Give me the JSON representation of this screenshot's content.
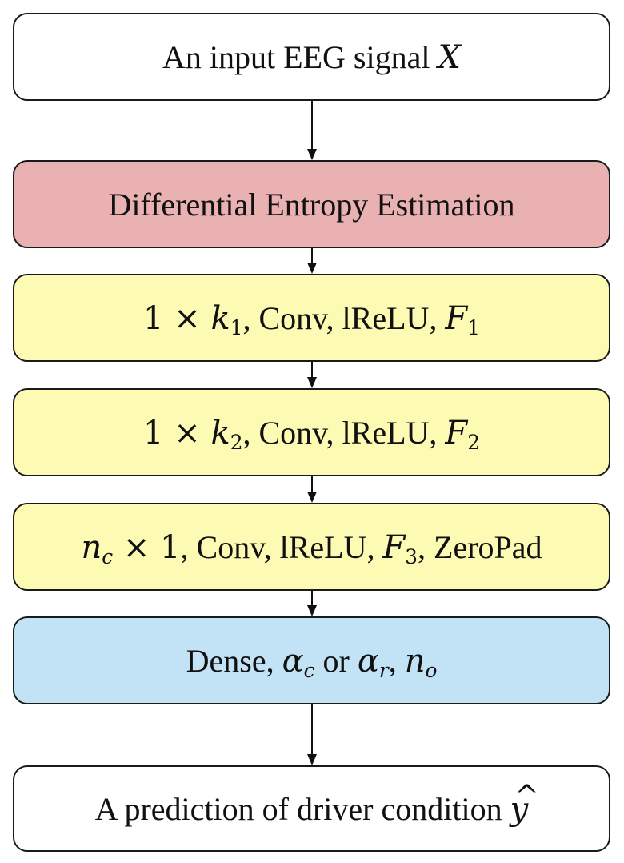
{
  "colors": {
    "input_box": "#ffffff",
    "entropy_box": "#e9b1b1",
    "conv_box": "#fdfab3",
    "dense_box": "#c2e2f5",
    "output_box": "#ffffff",
    "border": "#1a1a1a"
  },
  "blocks": {
    "input": {
      "text": "An input EEG signal ",
      "var": "X"
    },
    "entropy": {
      "text": "Differential Entropy Estimation"
    },
    "conv1": {
      "prefix": "1 × ",
      "k": "k",
      "k_sub": "1",
      "middle": ", Conv, lReLU, ",
      "f": "F",
      "f_sub": "1"
    },
    "conv2": {
      "prefix": "1 × ",
      "k": "k",
      "k_sub": "2",
      "middle": ", Conv, lReLU, ",
      "f": "F",
      "f_sub": "2"
    },
    "conv3": {
      "n": "n",
      "n_sub": "c",
      "after_n": " × 1",
      "middle": ", Conv, lReLU, ",
      "f": "F",
      "f_sub": "3",
      "suffix": ", ZeroPad"
    },
    "dense": {
      "prefix": "Dense, ",
      "a1": "α",
      "a1_sub": "c",
      "or": " or ",
      "a2": "α",
      "a2_sub": "r",
      "comma": ", ",
      "n": "n",
      "n_sub": "o"
    },
    "output": {
      "text": "A prediction of driver condition ",
      "var": "y",
      "hat": "^"
    }
  }
}
